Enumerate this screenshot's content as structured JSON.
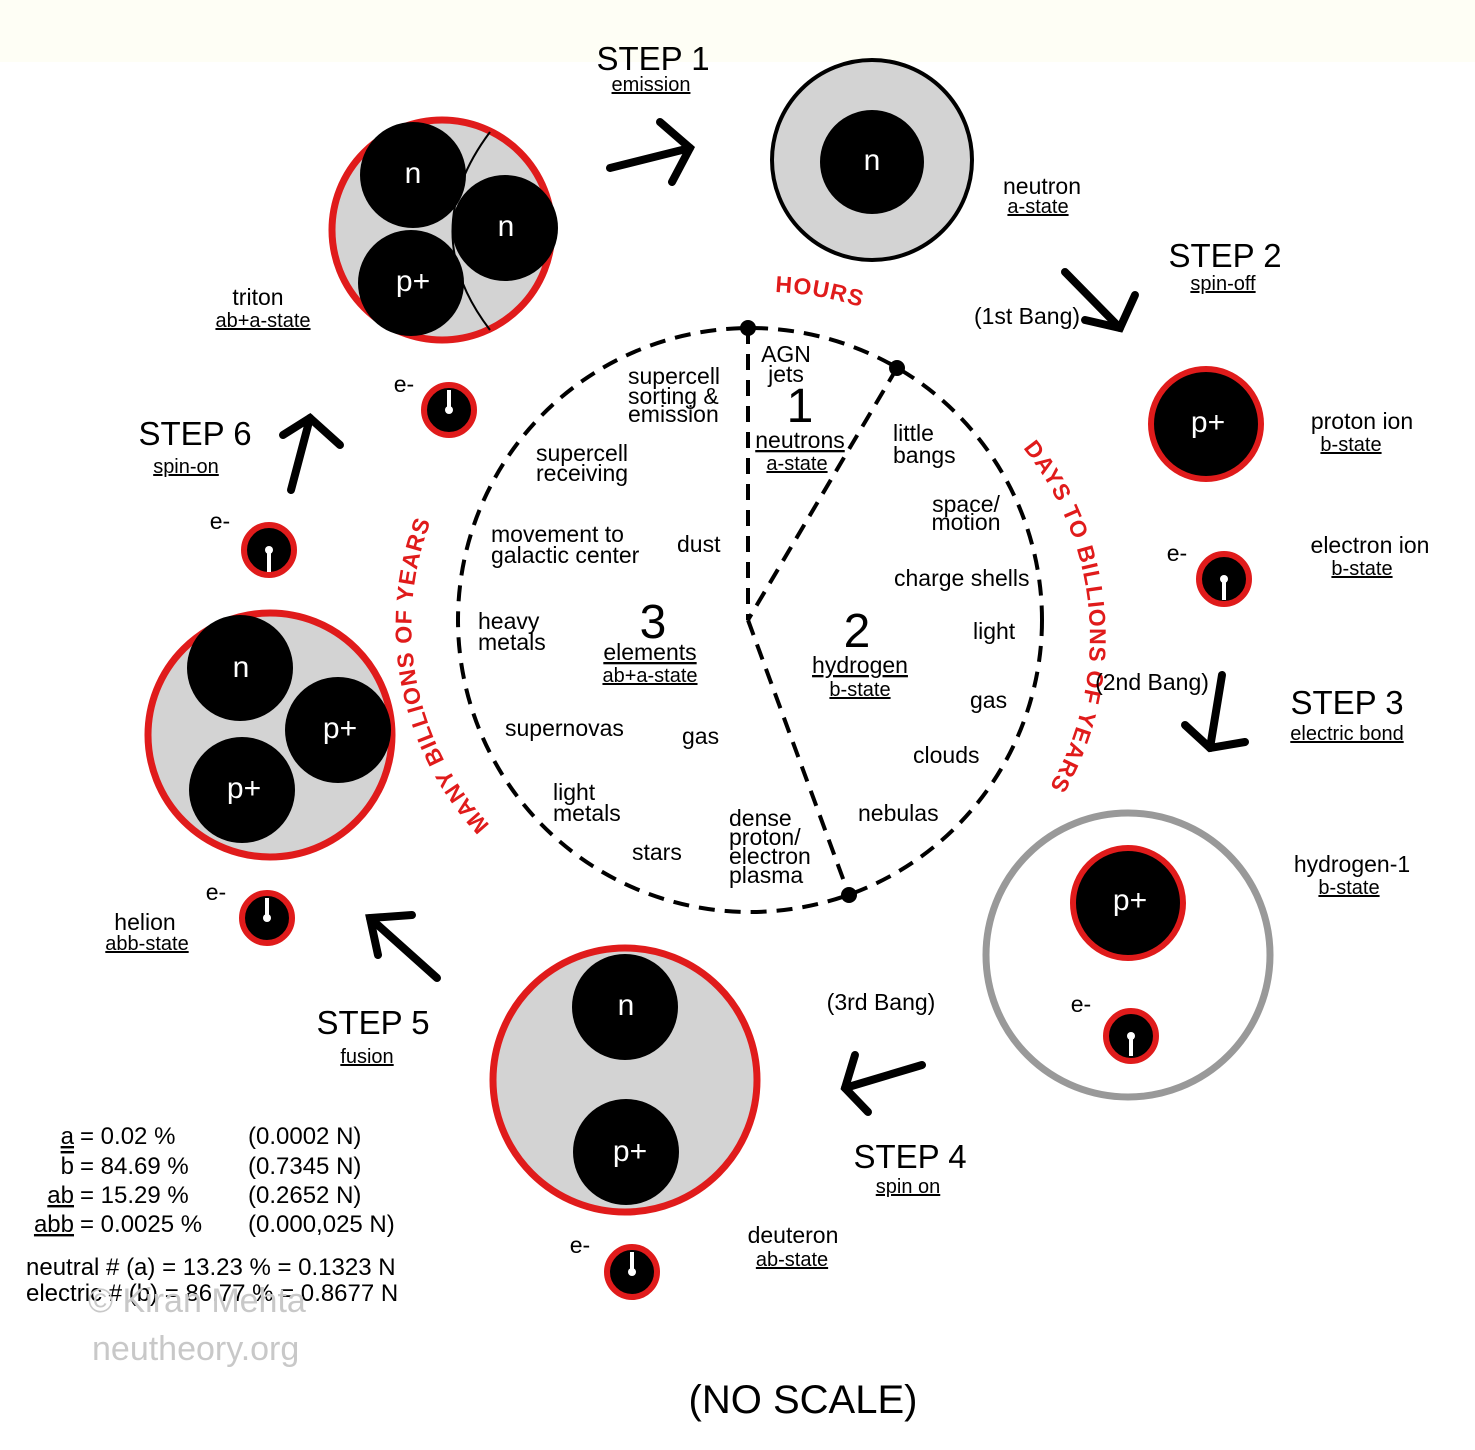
{
  "colors": {
    "particle_ring": "#e01b1b",
    "shell_fill": "#d3d3d3",
    "core": "#000000",
    "hydrogen_shell": "#999999",
    "arc_text": "#e01b1b"
  },
  "steps": [
    {
      "title": "STEP 1",
      "action": "emission"
    },
    {
      "title": "STEP 2",
      "action": "spin-off"
    },
    {
      "title": "STEP 3",
      "action": "electric bond"
    },
    {
      "title": "STEP 4",
      "action": "spin on"
    },
    {
      "title": "STEP 5",
      "action": "fusion"
    },
    {
      "title": "STEP 6",
      "action": "spin-on"
    }
  ],
  "bangs": [
    "(1st Bang)",
    "(2nd Bang)",
    "(3rd Bang)"
  ],
  "particles": {
    "neutron": {
      "name": "neutron",
      "state": "a-state"
    },
    "proton_ion": {
      "name": "proton ion",
      "state": "b-state"
    },
    "electron_ion": {
      "name": "electron ion",
      "state": "b-state"
    },
    "hydrogen1": {
      "name": "hydrogen-1",
      "state": "b-state"
    },
    "deuteron": {
      "name": "deuteron",
      "state": "ab-state"
    },
    "helion": {
      "name": "helion",
      "state": "abb-state"
    },
    "triton": {
      "name": "triton",
      "state": "ab+a-state"
    }
  },
  "symbols": {
    "neutron": "n",
    "proton": "p+",
    "electron": "e-"
  },
  "arcs": {
    "hours": "HOURS",
    "days": "DAYS TO BILLIONS OF YEARS",
    "many": "MANY BILLIONS OF YEARS"
  },
  "sectors": [
    {
      "number": "1",
      "name": "neutrons",
      "state": "a-state"
    },
    {
      "number": "2",
      "name": "hydrogen",
      "state": "b-state"
    },
    {
      "number": "3",
      "name": "elements",
      "state": "ab+a-state"
    }
  ],
  "cycle_labels": {
    "agn1": "AGN",
    "agn2": "jets",
    "supercell_sort1": "supercell",
    "supercell_sort2": "sorting &",
    "supercell_sort3": "emission",
    "supercell_recv1": "supercell",
    "supercell_recv2": "receiving",
    "move1": "movement to",
    "move2": "galactic center",
    "dust": "dust",
    "heavy1": "heavy",
    "heavy2": "metals",
    "supernovas": "supernovas",
    "gas3": "gas",
    "lightmetals1": "light",
    "lightmetals2": "metals",
    "stars": "stars",
    "dense1": "dense",
    "dense2": "proton/",
    "dense3": "electron",
    "dense4": "plasma",
    "little1": "little",
    "little2": "bangs",
    "space1": "space/",
    "space2": "motion",
    "charge": "charge shells",
    "light": "light",
    "gas2": "gas",
    "clouds": "clouds",
    "nebulas": "nebulas"
  },
  "percentages": [
    {
      "sym": "a",
      "pct": "= 0.02 %",
      "n": "(0.0002 N)"
    },
    {
      "sym": "b",
      "pct": "= 84.69 %",
      "n": "(0.7345 N)"
    },
    {
      "sym": "ab",
      "pct": "= 15.29 %",
      "n": "(0.2652 N)"
    },
    {
      "sym": "abb",
      "pct": "= 0.0025 %",
      "n": "(0.000,025 N)"
    }
  ],
  "totals": {
    "neutral": "neutral # (a) = 13.23 % = 0.1323 N",
    "electric": "electric # (b) = 86.77 % = 0.8677 N"
  },
  "watermark": {
    "line1": "© Kiran Mehta",
    "line2": "neutheory.org"
  },
  "footer": "(NO SCALE)"
}
